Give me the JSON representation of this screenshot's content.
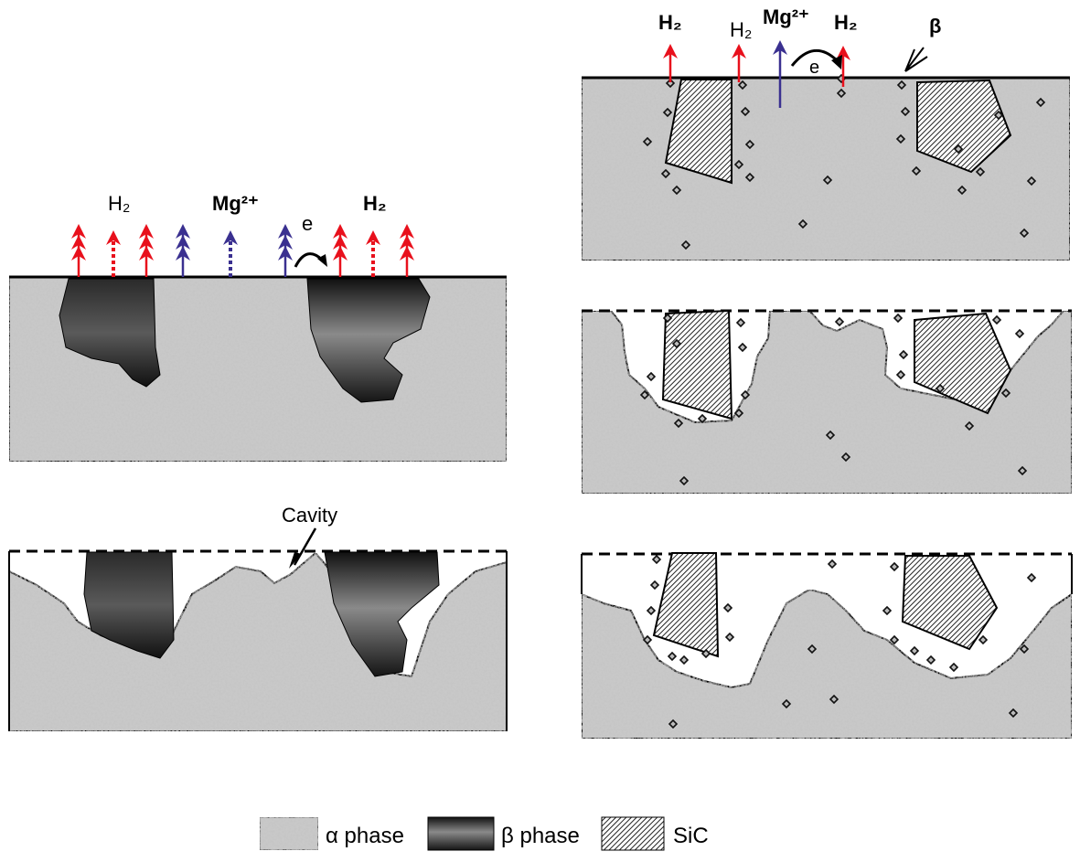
{
  "labels": {
    "panel_a": {
      "h2_left": "H₂",
      "mg": "Mg²⁺",
      "electron": "e",
      "h2_right": "H₂"
    },
    "panel_b": {
      "cavity": "Cavity"
    },
    "panel_c": {
      "h2_1": "H₂",
      "h2_2": "H₂",
      "mg": "Mg²⁺",
      "electron": "e",
      "h2_3": "H₂",
      "beta": "β"
    }
  },
  "legend": [
    {
      "label": "α phase",
      "swatch": "alpha"
    },
    {
      "label": "β phase",
      "swatch": "beta"
    },
    {
      "label": "SiC",
      "swatch": "sic"
    }
  ],
  "colors": {
    "h2_arrow": "#e8101c",
    "mg_arrow": "#3a3090",
    "matrix": "#c9c9c9"
  }
}
